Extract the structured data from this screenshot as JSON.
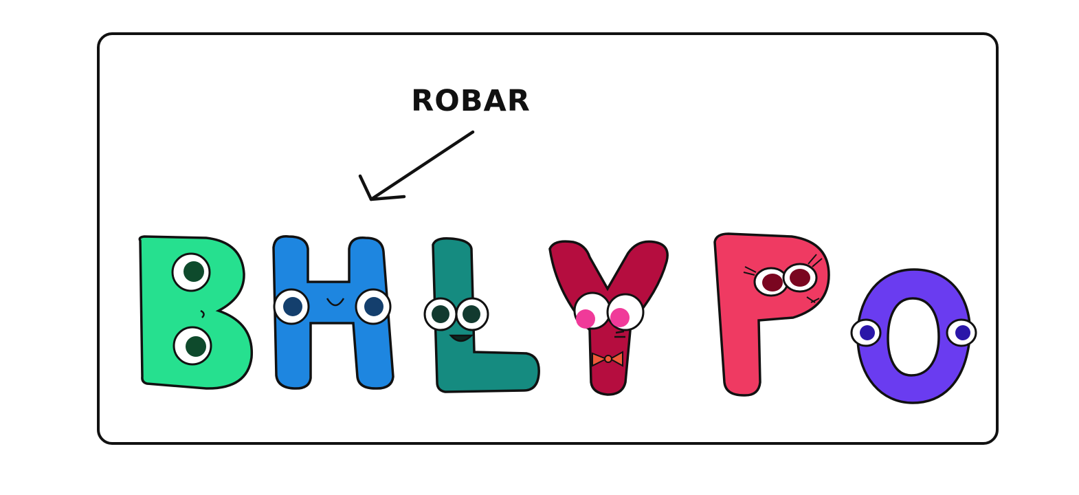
{
  "caption": {
    "text": "ROBAR"
  },
  "characters": [
    {
      "letter": "B",
      "color": "#26e08f",
      "pupil": "#0e4a2c"
    },
    {
      "letter": "H",
      "color": "#1e86e0",
      "pupil": "#143f6d"
    },
    {
      "letter": "L",
      "color": "#158b80",
      "pupil": "#123a2f"
    },
    {
      "letter": "Y",
      "color": "#b50d3f",
      "pupil": "#f03a99",
      "accessory": "bow-tie",
      "accessory_color": "#f05a3a"
    },
    {
      "letter": "P",
      "color": "#ef3a62",
      "pupil": "#7a0620"
    },
    {
      "letter": "O",
      "color": "#6a3cf0",
      "pupil": "#2a16a8"
    }
  ]
}
